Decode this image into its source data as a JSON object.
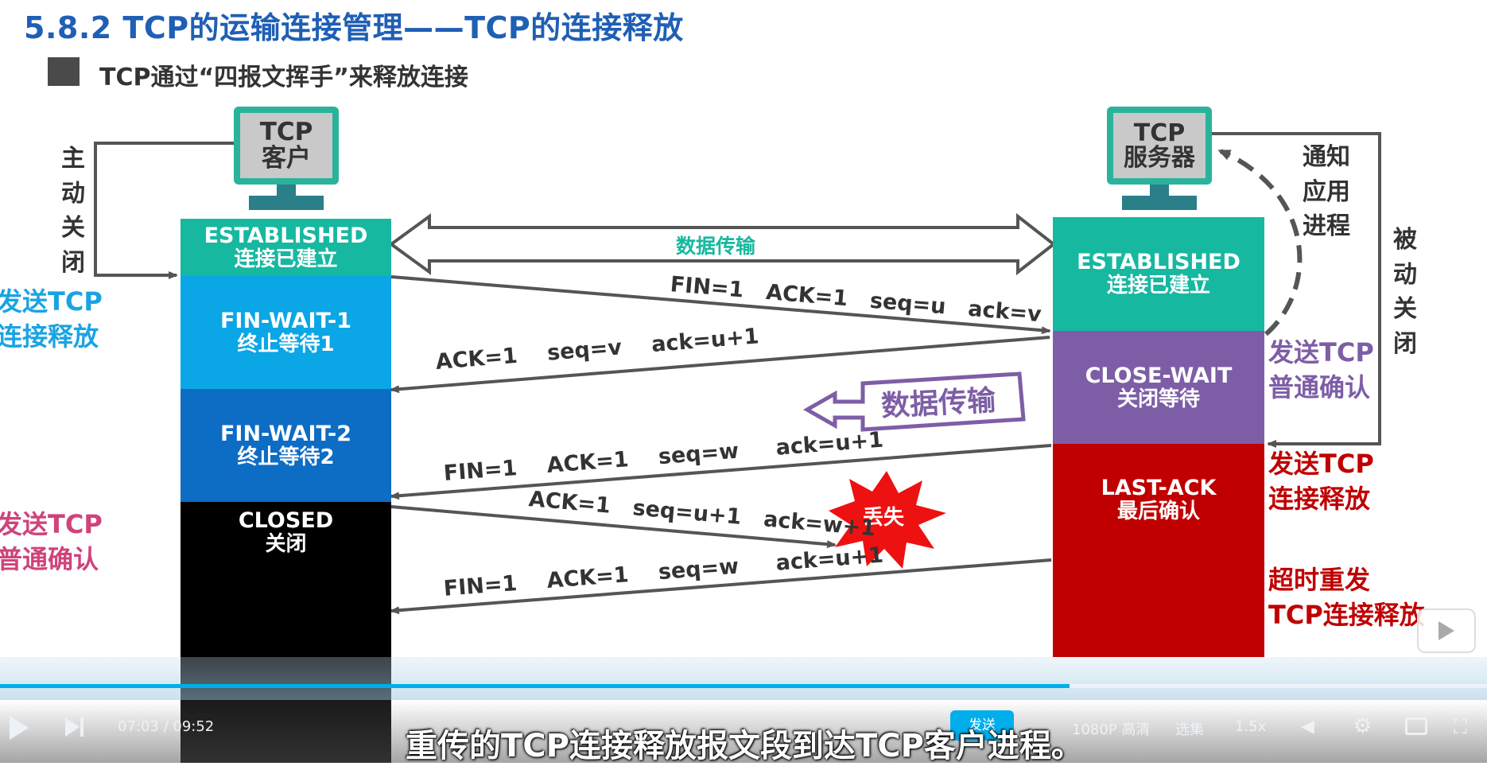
{
  "header": {
    "title": "5.8.2 TCP的运输连接管理——TCP的连接释放",
    "bullet": "TCP通过“四报文挥手”来释放连接"
  },
  "client": {
    "label_line1": "TCP",
    "label_line2": "客户",
    "active_close": [
      "主",
      "动",
      "关",
      "闭"
    ],
    "states": [
      {
        "en": "ESTABLISHED",
        "cn": "连接已建立",
        "color": "#17b8a0"
      },
      {
        "en": "FIN-WAIT-1",
        "cn": "终止等待1",
        "color": "#0aa6e6"
      },
      {
        "en": "FIN-WAIT-2",
        "cn": "终止等待2",
        "color": "#0d6cc4"
      },
      {
        "en": "CLOSED",
        "cn": "关闭",
        "color": "#000000"
      }
    ],
    "side_send_fin": [
      "发送TCP",
      "连接释放"
    ],
    "side_send_ack": [
      "发送TCP",
      "普通确认"
    ]
  },
  "server": {
    "label_line1": "TCP",
    "label_line2": "服务器",
    "notify": [
      "通",
      "知",
      "应",
      "用",
      "进",
      "程"
    ],
    "passive_close": [
      "被",
      "动",
      "关",
      "闭"
    ],
    "states": [
      {
        "en": "ESTABLISHED",
        "cn": "连接已建立",
        "color": "#17b8a0"
      },
      {
        "en": "CLOSE-WAIT",
        "cn": "关闭等待",
        "color": "#7d5ea6"
      },
      {
        "en": "LAST-ACK",
        "cn": "最后确认",
        "color": "#c00000"
      }
    ],
    "side_send_ack": [
      "发送TCP",
      "普通确认"
    ],
    "side_send_fin": [
      "发送TCP",
      "连接释放"
    ],
    "side_retransmit": [
      "超时重发",
      "TCP连接释放"
    ]
  },
  "diagram": {
    "data_transfer_top": "数据传输",
    "data_transfer_box": "数据传输",
    "lost": "丢失",
    "segments": {
      "seg1": "FIN=1   ACK=1   seq=u   ack=v",
      "seg2": "ACK=1    seq=v    ack=u+1",
      "seg3": "FIN=1    ACK=1    seq=w     ack=u+1",
      "seg4": "ACK=1   seq=u+1   ack=w+1",
      "seg5": "FIN=1    ACK=1    seq=w     ack=u+1"
    }
  },
  "player": {
    "time": "07:03 / 09:52",
    "send": "发送",
    "quality": "1080P 高清",
    "episodes": "选集",
    "speed": "1.5x",
    "caption": "重传的TCP连接释放报文段到达TCP客户进程。",
    "accent": "#00aeec"
  }
}
